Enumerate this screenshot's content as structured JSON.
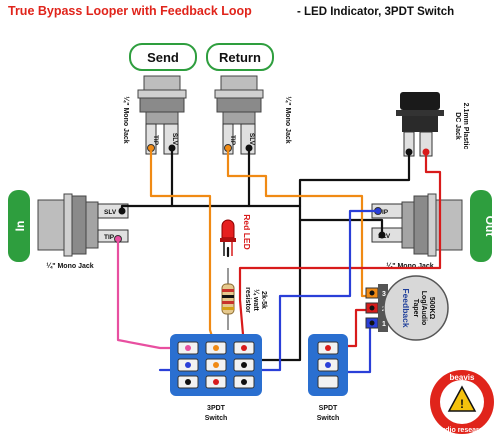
{
  "title": {
    "main": "True Bypass Looper with Feedback Loop",
    "sub": " - LED Indicator, 3PDT Switch"
  },
  "jacks": {
    "send_label": "Send",
    "return_label": "Return",
    "in_label": "In",
    "out_label": "Out",
    "mono_jack_label": "¼\" Mono Jack",
    "tip_label": "TIP",
    "sleeve_label": "SLV"
  },
  "dc_jack": {
    "label_line1": "2.1mm Plastic",
    "label_line2": "DC Jack"
  },
  "led": {
    "label": "Red LED"
  },
  "resistor": {
    "label_line1": "2k-5k",
    "label_line2": "¼ watt",
    "label_line3": "resistor"
  },
  "pot": {
    "label_line1": "500KΩ",
    "label_line2": "Log/Audio",
    "label_line3": "Taper",
    "label_feedback": "Feedback",
    "lug_numbers": [
      "3",
      "2",
      "1"
    ]
  },
  "switches": {
    "threepdt_line1": "3PDT",
    "threepdt_line2": "Switch",
    "spdt_line1": "SPDT",
    "spdt_line2": "Switch"
  },
  "brand": {
    "top": "beavis",
    "bottom": "audio research"
  },
  "colors": {
    "red": "#d81b1b",
    "orange": "#f08a14",
    "blue": "#2a3fd8",
    "black": "#111111",
    "pink": "#e84fa0",
    "green": "#2e9e3e",
    "switch_blue": "#2a6fd0"
  }
}
